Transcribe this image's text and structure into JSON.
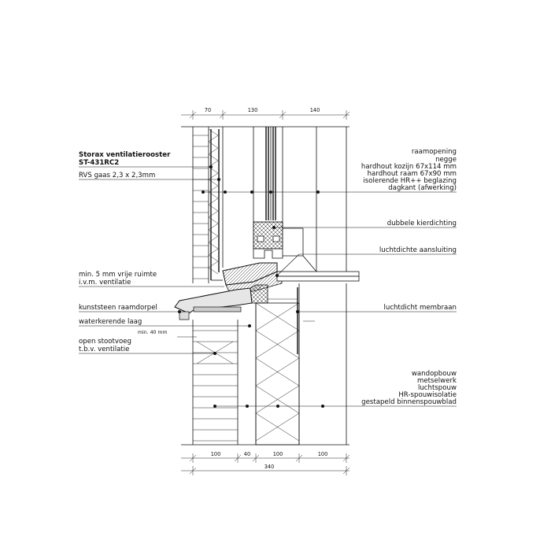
{
  "dims_top": [
    "70",
    "130",
    "140"
  ],
  "dims_bottom": [
    "100",
    "40",
    "100",
    "100"
  ],
  "dim_total": "340",
  "dim_min40": "min. 40 mm",
  "labels_left": {
    "product_title": "Storax ventilatierooster",
    "product_code": "ST-431RC2",
    "rvs": "RVS gaas 2,3 x 2,3mm",
    "min5_line1": "min. 5 mm vrije ruimte",
    "min5_line2": "i.v.m. ventilatie",
    "sill": "kunststeen raamdorpel",
    "water": "waterkerende laag",
    "stootvoeg_line1": "open stootvoeg",
    "stootvoeg_line2": "t.b.v. ventilatie"
  },
  "labels_right": {
    "raam": [
      "raamopening",
      "negge",
      "hardhout kozijn 67x114 mm",
      "hardhout raam 67x90 mm",
      "isolerende HR++ beglazing",
      "dagkant (afwerking)"
    ],
    "kier": "dubbele kierdichting",
    "aansluiting": "luchtdichte aansluiting",
    "membraan": "luchtdicht membraan",
    "wand": [
      "wandopbouw",
      "metselwerk",
      "luchtspouw",
      "HR-spouwisolatie",
      "gestapeld binnenspouwblad"
    ]
  },
  "colors": {
    "ink": "#111111",
    "sill_fill": "#e6e6e6",
    "paper": "#ffffff"
  }
}
